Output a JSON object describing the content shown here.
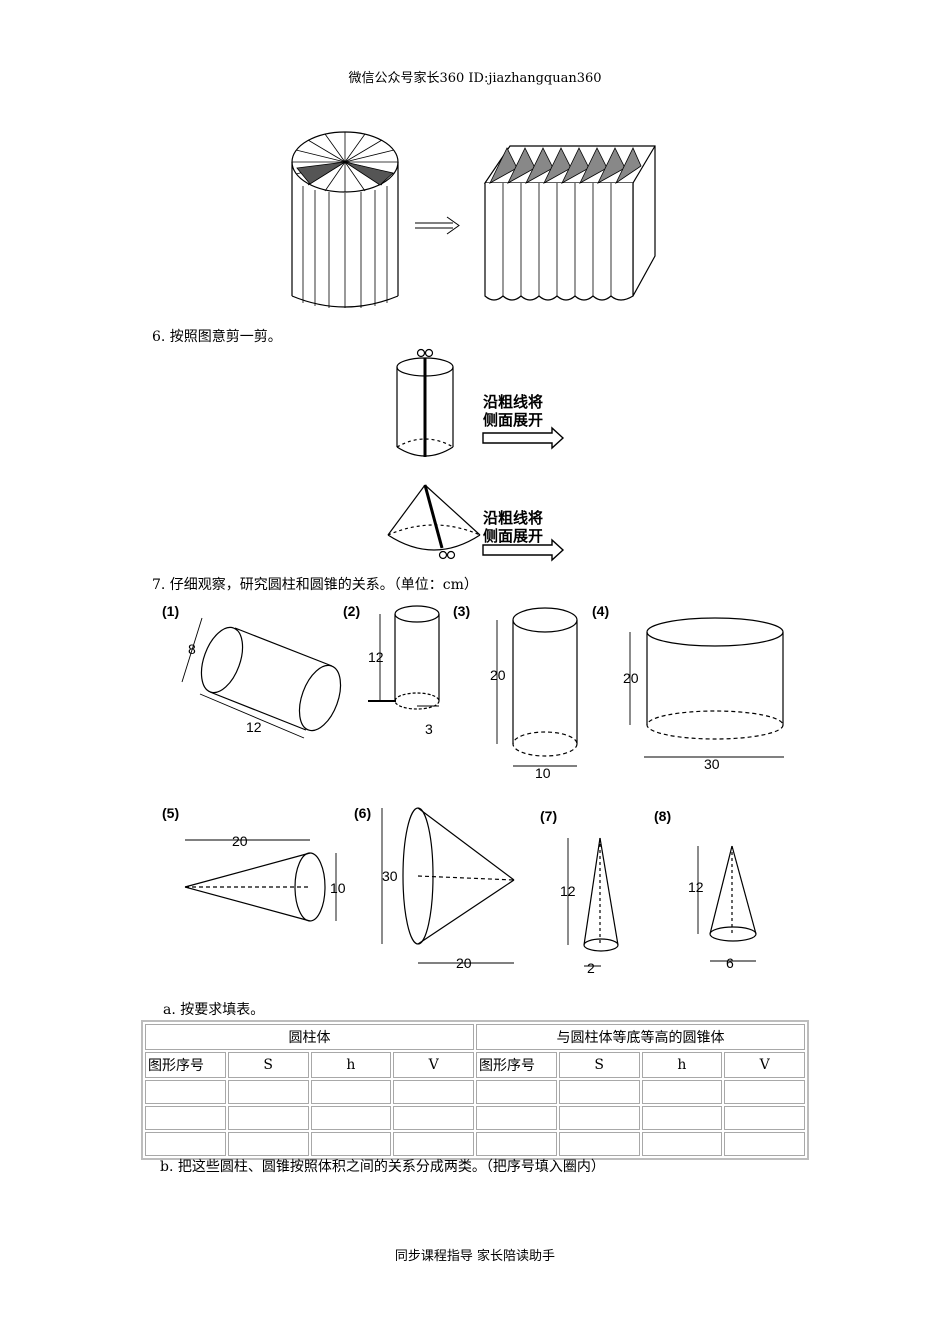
{
  "header": {
    "text": "微信公众号家长360 ID:jiazhangquan360"
  },
  "footer": {
    "text": "同步课程指导 家长陪读助手"
  },
  "q6": {
    "title": "6. 按照图意剪一剪。",
    "arrow_text_line1": "沿粗线将",
    "arrow_text_line2": "侧面展开"
  },
  "q7": {
    "title": "7. 仔细观察，研究圆柱和圆锥的关系。（单位：cm）",
    "figures": [
      {
        "id": "(1)",
        "labels": [
          "8",
          "12"
        ]
      },
      {
        "id": "(2)",
        "labels": [
          "12",
          "3"
        ]
      },
      {
        "id": "(3)",
        "labels": [
          "20",
          "10"
        ]
      },
      {
        "id": "(4)",
        "labels": [
          "20",
          "30"
        ]
      },
      {
        "id": "(5)",
        "labels": [
          "20",
          "10"
        ]
      },
      {
        "id": "(6)",
        "labels": [
          "30",
          "20"
        ]
      },
      {
        "id": "(7)",
        "labels": [
          "12",
          "2"
        ]
      },
      {
        "id": "(8)",
        "labels": [
          "12",
          "6"
        ]
      }
    ],
    "part_a": "a. 按要求填表。",
    "table": {
      "group_left": "圆柱体",
      "group_right": "与圆柱体等底等高的圆锥体",
      "columns": [
        "图形序号",
        "S",
        "h",
        "V",
        "图形序号",
        "S",
        "h",
        "V"
      ],
      "rows": [
        [
          "",
          "",
          "",
          "",
          "",
          "",
          "",
          ""
        ],
        [
          "",
          "",
          "",
          "",
          "",
          "",
          "",
          ""
        ],
        [
          "",
          "",
          "",
          "",
          "",
          "",
          "",
          ""
        ]
      ]
    },
    "part_b": "b. 把这些圆柱、圆锥按照体积之间的关系分成两类。（把序号填入圈内）"
  }
}
